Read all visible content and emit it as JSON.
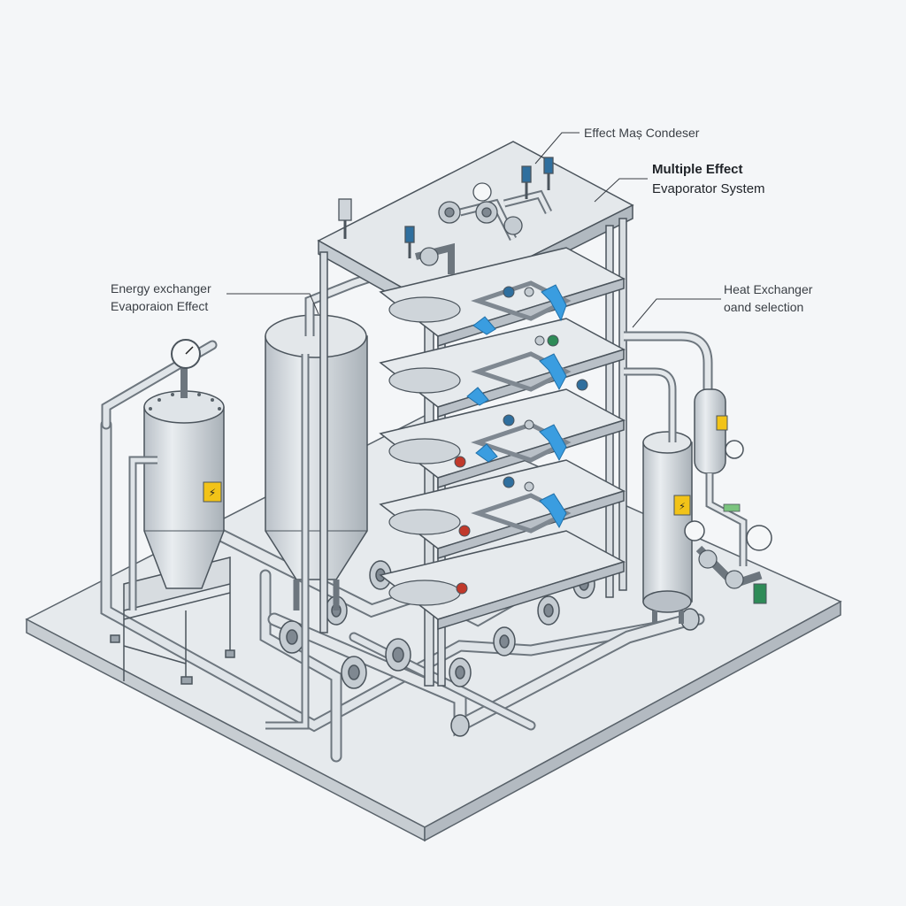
{
  "labels": {
    "condenser": "Effect Maș Condeser",
    "title_line1": "Multiple Effect",
    "title_line2": "Evaporator System",
    "energy_line1": "Energy exchanger",
    "energy_line2": "Evaporaion Effect",
    "heat_line1": "Heat Exchanger",
    "heat_line2": "oand selection"
  },
  "colors": {
    "background": "#f4f6f8",
    "metal": "#d3d8dd",
    "metal_dark": "#9aa3ab",
    "outline": "#4b545c",
    "flow_arrow": "#3a9de0",
    "warning": "#f2c318",
    "valve_red": "#c0392b",
    "valve_blue": "#2f6f9e",
    "valve_green": "#2e8b57"
  },
  "icons": [
    "pressure-gauge-icon",
    "warning-sign-icon",
    "valve-icon",
    "flow-arrow-icon",
    "flange-icon"
  ]
}
